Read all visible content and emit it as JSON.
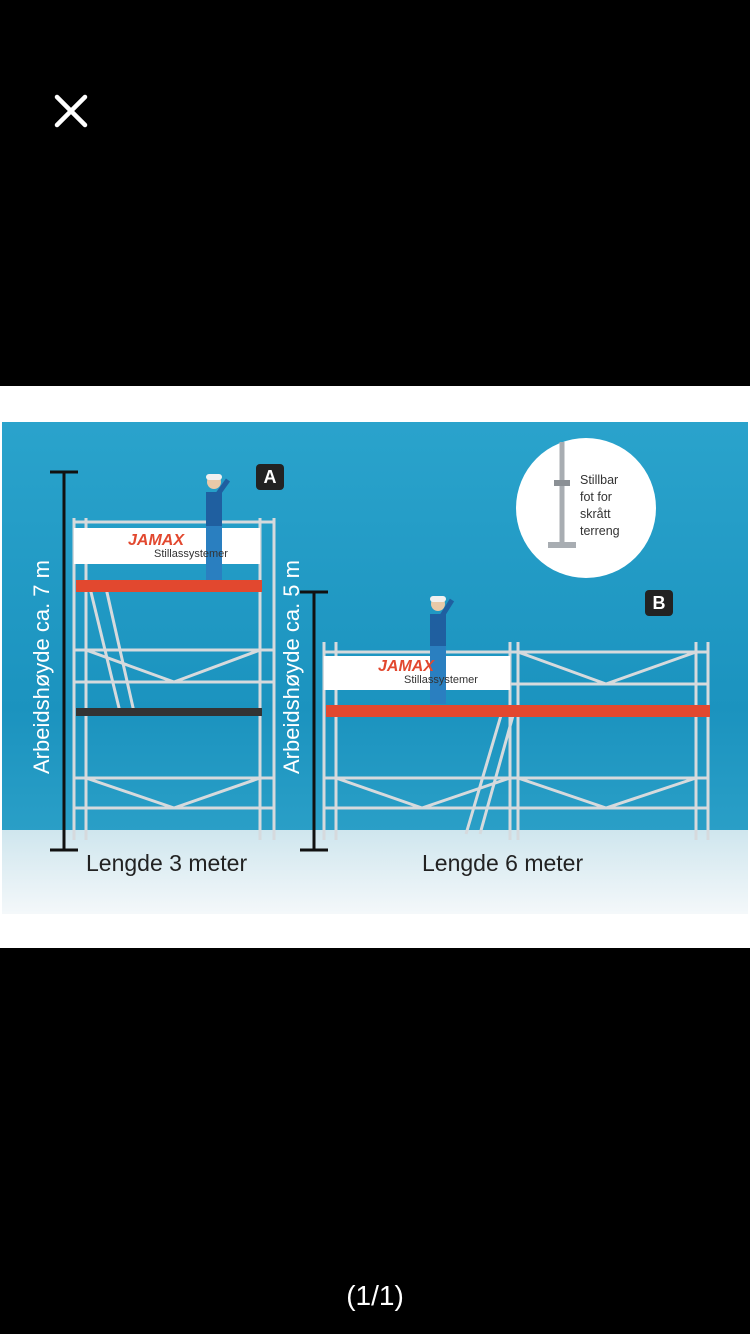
{
  "viewer": {
    "close_icon": "close-icon",
    "counter": "(1/1)"
  },
  "photo": {
    "colors": {
      "wall": "#1f9cc6",
      "floor": "#e8f2f6",
      "deck": "#e2482f",
      "frame": "#d9dde0",
      "badge": "#222222"
    },
    "scaffold_a": {
      "badge": "A",
      "brand": "JAMAX",
      "banner_sub": "Stillassystemer",
      "height_label": "Arbeidshøyde ca. 7 m",
      "length_label": "Lengde 3 meter"
    },
    "scaffold_b": {
      "badge": "B",
      "brand": "JAMAX",
      "banner_sub": "Stillassystemer",
      "height_label": "Arbeidshøyde ca. 5 m",
      "length_label": "Lengde 6 meter"
    },
    "inset": {
      "lines": [
        "Stillbar",
        "fot for",
        "skrått",
        "terreng"
      ]
    }
  }
}
